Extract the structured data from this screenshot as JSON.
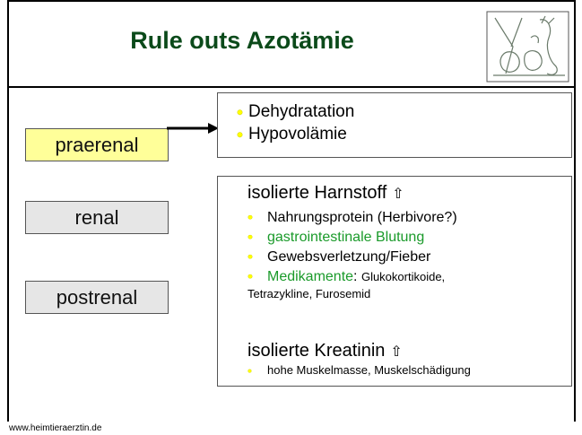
{
  "title": "Rule outs Azotämie",
  "left_labels": {
    "praerenal": "praerenal",
    "renal": "renal",
    "postrenal": "postrenal"
  },
  "praerenal_items": [
    "Dehydratation",
    "Hypovolämie"
  ],
  "renal_section": {
    "heading1": "isolierte Harnstoff",
    "heading_symbol": "⇧",
    "items": [
      {
        "text": "Nahrungsprotein (Herbivore?)",
        "color": "black"
      },
      {
        "text": "gastrointestinale Blutung",
        "color": "green"
      },
      {
        "text": "Gewebsverletzung/Fieber",
        "color": "black"
      }
    ],
    "medikamente_label": "Medikamente",
    "medikamente_colon": ":",
    "medikamente_detail_line1": "Glukokortikoide,",
    "medikamente_detail_line2": "Tetrazykline, Furosemid",
    "heading2": "isolierte Kreatinin",
    "item_kreatinin": "hohe Muskelmasse, Muskelschädigung"
  },
  "logo_icon": "animals-logo-icon",
  "footer": "www.heimtieraerztin.de",
  "colors": {
    "title": "#0b4a1a",
    "praerenal_box": "#ffff99",
    "grey_box": "#e6e6e6",
    "bullet": "#ffff00",
    "green_text": "#1a9a2a"
  }
}
